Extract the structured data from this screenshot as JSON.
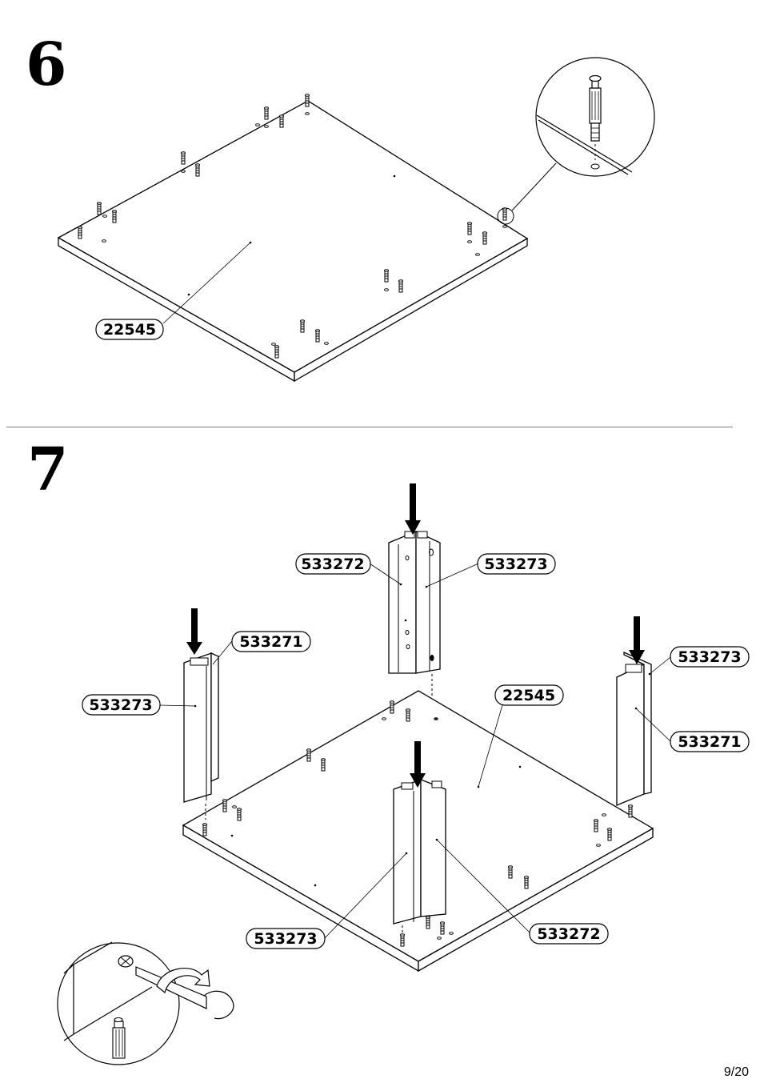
{
  "page": {
    "page_number": "9/20"
  },
  "step6": {
    "number": "6",
    "labels": {
      "panel": "22545"
    }
  },
  "step7": {
    "number": "7",
    "labels": {
      "back_leg_left": "533272",
      "back_leg_right": "533273",
      "left_leg_top": "533271",
      "left_leg_side": "533273",
      "right_leg_top": "533273",
      "right_leg_side": "533271",
      "panel": "22545",
      "front_leg_left": "533273",
      "front_leg_right": "533272"
    }
  }
}
